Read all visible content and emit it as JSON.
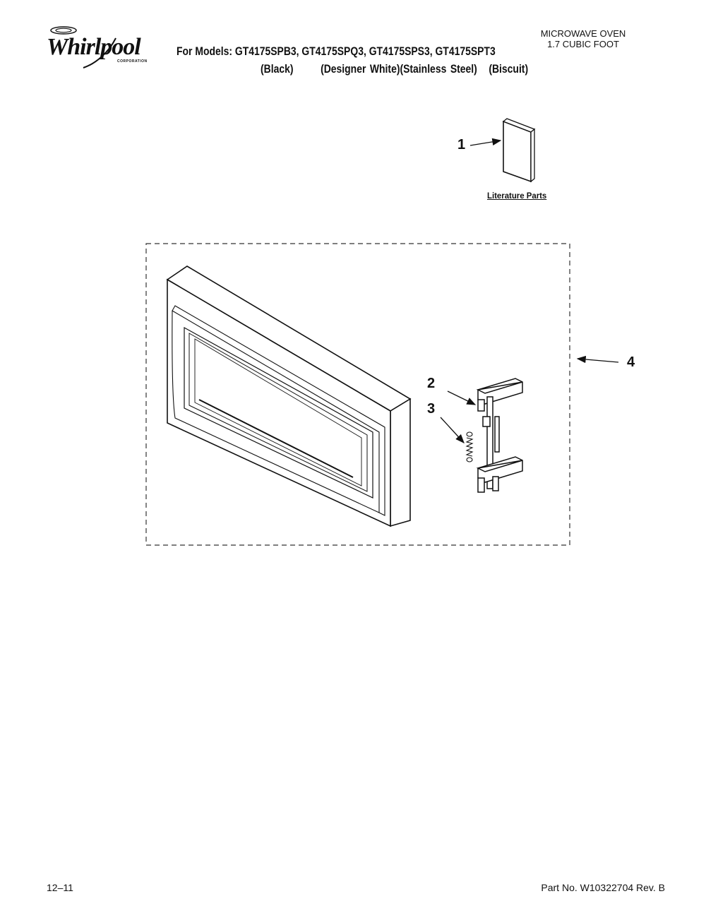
{
  "brand": {
    "name": "Whirlpool",
    "corporation": "CORPORATION"
  },
  "header": {
    "models_line": "For Models: GT4175SPB3, GT4175SPQ3, GT4175SPS3, GT4175SPT3",
    "finishes": [
      "(Black)",
      "(Designer White)",
      "(Stainless Steel)",
      "(Biscuit)"
    ],
    "product_line1": "MICROWAVE OVEN",
    "product_line2": "1.7 CUBIC FOOT"
  },
  "diagram": {
    "literature_label": "Literature Parts",
    "callouts": [
      "1",
      "2",
      "3",
      "4"
    ]
  },
  "footer": {
    "date": "12–11",
    "part_number": "Part No. W10322704 Rev. B"
  }
}
